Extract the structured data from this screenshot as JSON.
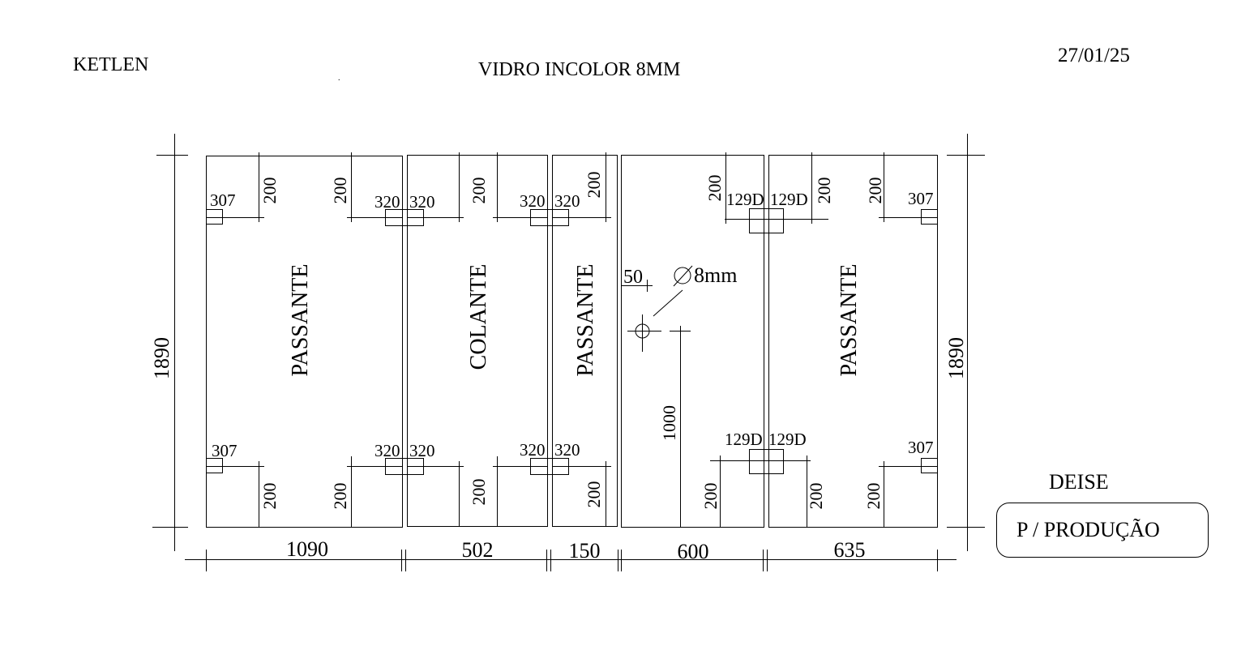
{
  "header": {
    "client": "KETLEN",
    "title": "VIDRO INCOLOR 8MM",
    "date": "27/01/25",
    "dot": "."
  },
  "overall": {
    "height_left": "1890",
    "height_right": "1890"
  },
  "panels": [
    {
      "label": "PASSANTE",
      "width": "1090"
    },
    {
      "label": "COLANTE",
      "width": "502"
    },
    {
      "label": "PASSANTE",
      "width": "150"
    },
    {
      "label": "",
      "width": "600"
    },
    {
      "label": "PASSANTE",
      "width": "635"
    }
  ],
  "dims": {
    "d200": "200",
    "d307": "307",
    "d320": "320",
    "d129d": "129D",
    "d50": "50",
    "d1000": "1000",
    "hole": "8mm"
  },
  "footer": {
    "name": "DEISE",
    "status": "P / PRODUÇÃO"
  }
}
